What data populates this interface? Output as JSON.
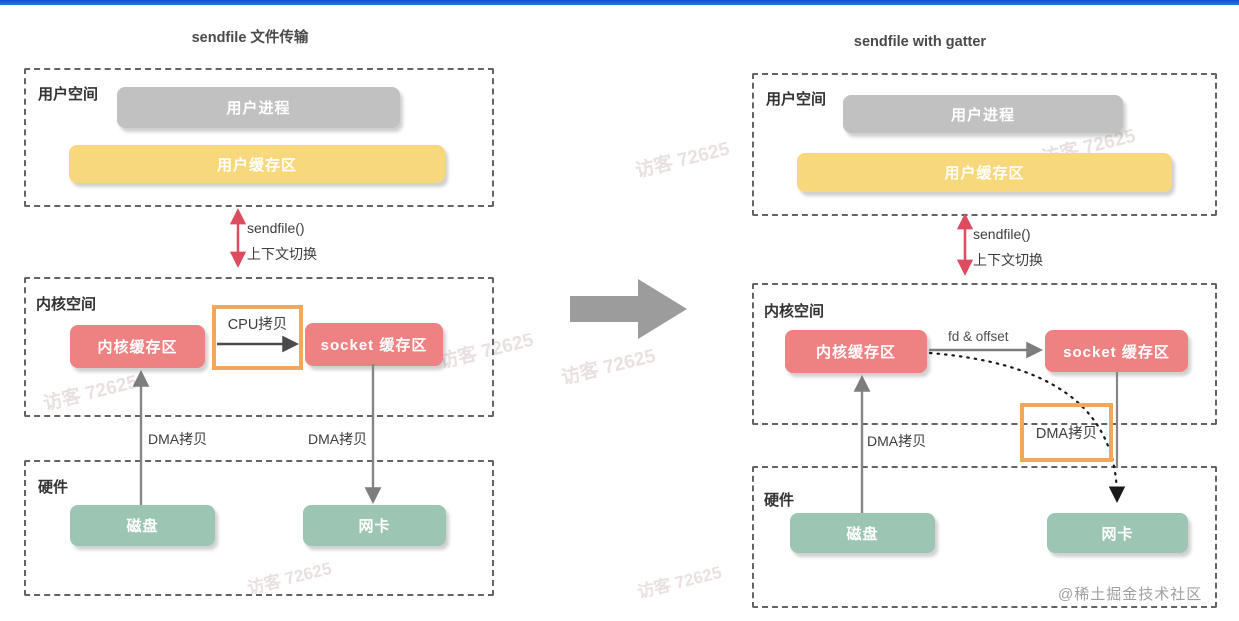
{
  "left": {
    "title": "sendfile 文件传输",
    "user_space_label": "用户空间",
    "user_process": "用户进程",
    "user_buffer": "用户缓存区",
    "syscall_name": "sendfile()",
    "syscall_desc": "上下文切换",
    "kernel_space_label": "内核空间",
    "kernel_buffer": "内核缓存区",
    "cpu_copy": "CPU拷贝",
    "socket_buffer": "socket 缓存区",
    "dma_disk": "DMA拷贝",
    "dma_nic": "DMA拷贝",
    "hardware_label": "硬件",
    "disk": "磁盘",
    "nic": "网卡"
  },
  "right": {
    "title": "sendfile with gatter",
    "user_space_label": "用户空间",
    "user_process": "用户进程",
    "user_buffer": "用户缓存区",
    "syscall_name": "sendfile()",
    "syscall_desc": "上下文切换",
    "kernel_space_label": "内核空间",
    "kernel_buffer": "内核缓存区",
    "fd_offset": "fd & offset",
    "socket_buffer": "socket 缓存区",
    "dma_disk": "DMA拷贝",
    "dma_nic_highlight": "DMA拷贝",
    "hardware_label": "硬件",
    "disk": "磁盘",
    "nic": "网卡"
  },
  "watermarks": [
    "访客 72625",
    "访客 72625",
    "访客 72625",
    "访客 72625",
    "访客 72625",
    "访客 72625",
    "访客 72625"
  ],
  "credit": "@稀土掘金技术社区",
  "colors": {
    "accent_blue": "#1b66e0",
    "box_red": "#ee8181",
    "box_yellow": "#f8d87c",
    "box_gray": "#c1c1c1",
    "box_teal": "#9cc6b3",
    "highlight_orange": "#f2a85c",
    "arrow_red": "#dd4b5e",
    "arrow_gray": "#7d7d7d"
  }
}
